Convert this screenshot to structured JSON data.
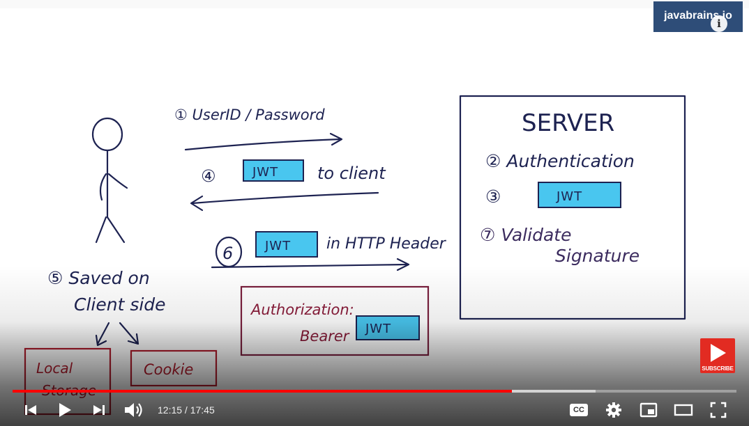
{
  "brand": {
    "text": "javabrains.io",
    "info_glyph": "i"
  },
  "whiteboard": {
    "step1": "① UserID / Password",
    "step4_num": "④",
    "jwt_label": "JWT",
    "to_client": "to client",
    "step6_num": "6",
    "in_http_header": "in HTTP Header",
    "step5_line1": "⑤ Saved  on",
    "step5_line2": "Client  side",
    "local_line1": "Local",
    "local_line2": "Storage",
    "cookie": "Cookie",
    "auth_line1": "Authorization:",
    "bearer": "Bearer",
    "server_title": "SERVER",
    "step2": "② Authentication",
    "step3_num": "③",
    "step7_line1": "⑦  Validate",
    "step7_line2": "Signature"
  },
  "subscribe": {
    "label": "SUBSCRIBE"
  },
  "player": {
    "current_time": "12:15",
    "separator": " / ",
    "duration": "17:45",
    "played_fraction": 0.69,
    "loaded_fraction": 0.805,
    "cc_label": "CC"
  },
  "icons": [
    "previous-icon",
    "play-icon",
    "next-icon",
    "volume-icon",
    "captions-icon",
    "settings-icon",
    "miniplayer-icon",
    "theater-icon",
    "fullscreen-icon",
    "info-icon"
  ],
  "colors": {
    "progress_played": "#ff0000",
    "jwt_fill": "#49c6ef",
    "ink": "#1d2251",
    "red_ink": "#b01c2c",
    "maroon_ink": "#7a1f3d",
    "brand_bg": "#2e4d78",
    "subscribe_bg": "#e22b22"
  }
}
